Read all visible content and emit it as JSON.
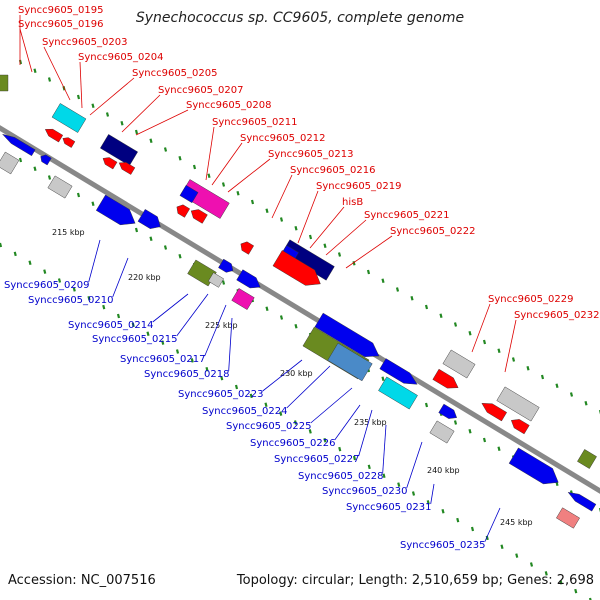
{
  "title": "Synechococcus sp. CC9605, complete genome",
  "footer": {
    "accession": "Accession: NC_007516",
    "summary": "Topology: circular; Length: 2,510,659 bp; Genes: 2,698"
  },
  "kbp_ticks": [
    {
      "text": "215 kbp",
      "kbp": 215
    },
    {
      "text": "220 kbp",
      "kbp": 220
    },
    {
      "text": "225 kbp",
      "kbp": 225
    },
    {
      "text": "230 kbp",
      "kbp": 230
    },
    {
      "text": "235 kbp",
      "kbp": 235
    },
    {
      "text": "240 kbp",
      "kbp": 240
    },
    {
      "text": "245 kbp",
      "kbp": 245
    }
  ],
  "labels_top": [
    "Syncc9605_0195",
    "Syncc9605_0196",
    "Syncc9605_0203",
    "Syncc9605_0204",
    "Syncc9605_0205",
    "Syncc9605_0207",
    "Syncc9605_0208",
    "Syncc9605_0211",
    "Syncc9605_0212",
    "Syncc9605_0213",
    "Syncc9605_0216",
    "Syncc9605_0219",
    "hisB",
    "Syncc9605_0221",
    "Syncc9605_0222",
    "Syncc9605_0229",
    "Syncc9605_0232"
  ],
  "labels_bottom": [
    "Syncc9605_0209",
    "Syncc9605_0210",
    "Syncc9605_0214",
    "Syncc9605_0215",
    "Syncc9605_0217",
    "Syncc9605_0218",
    "Syncc9605_0223",
    "Syncc9605_0224",
    "Syncc9605_0225",
    "Syncc9605_0226",
    "Syncc9605_0227",
    "Syncc9605_0228",
    "Syncc9605_0230",
    "Syncc9605_0231",
    "Syncc9605_0235"
  ],
  "colors": {
    "top_label": "#dd0000",
    "bottom_label": "#0000cc",
    "backbone": "#888888",
    "gene_red": "#ff0000",
    "gene_blue": "#0000ee",
    "gene_navy": "#000080",
    "gene_cyan": "#00d8e8",
    "gene_magenta": "#ee10b0",
    "gene_olive": "#6a8a20",
    "gene_gray": "#c8c8c8",
    "gene_steel": "#4a8ac8",
    "gene_pink": "#f08080",
    "tick_green": "#228822"
  }
}
